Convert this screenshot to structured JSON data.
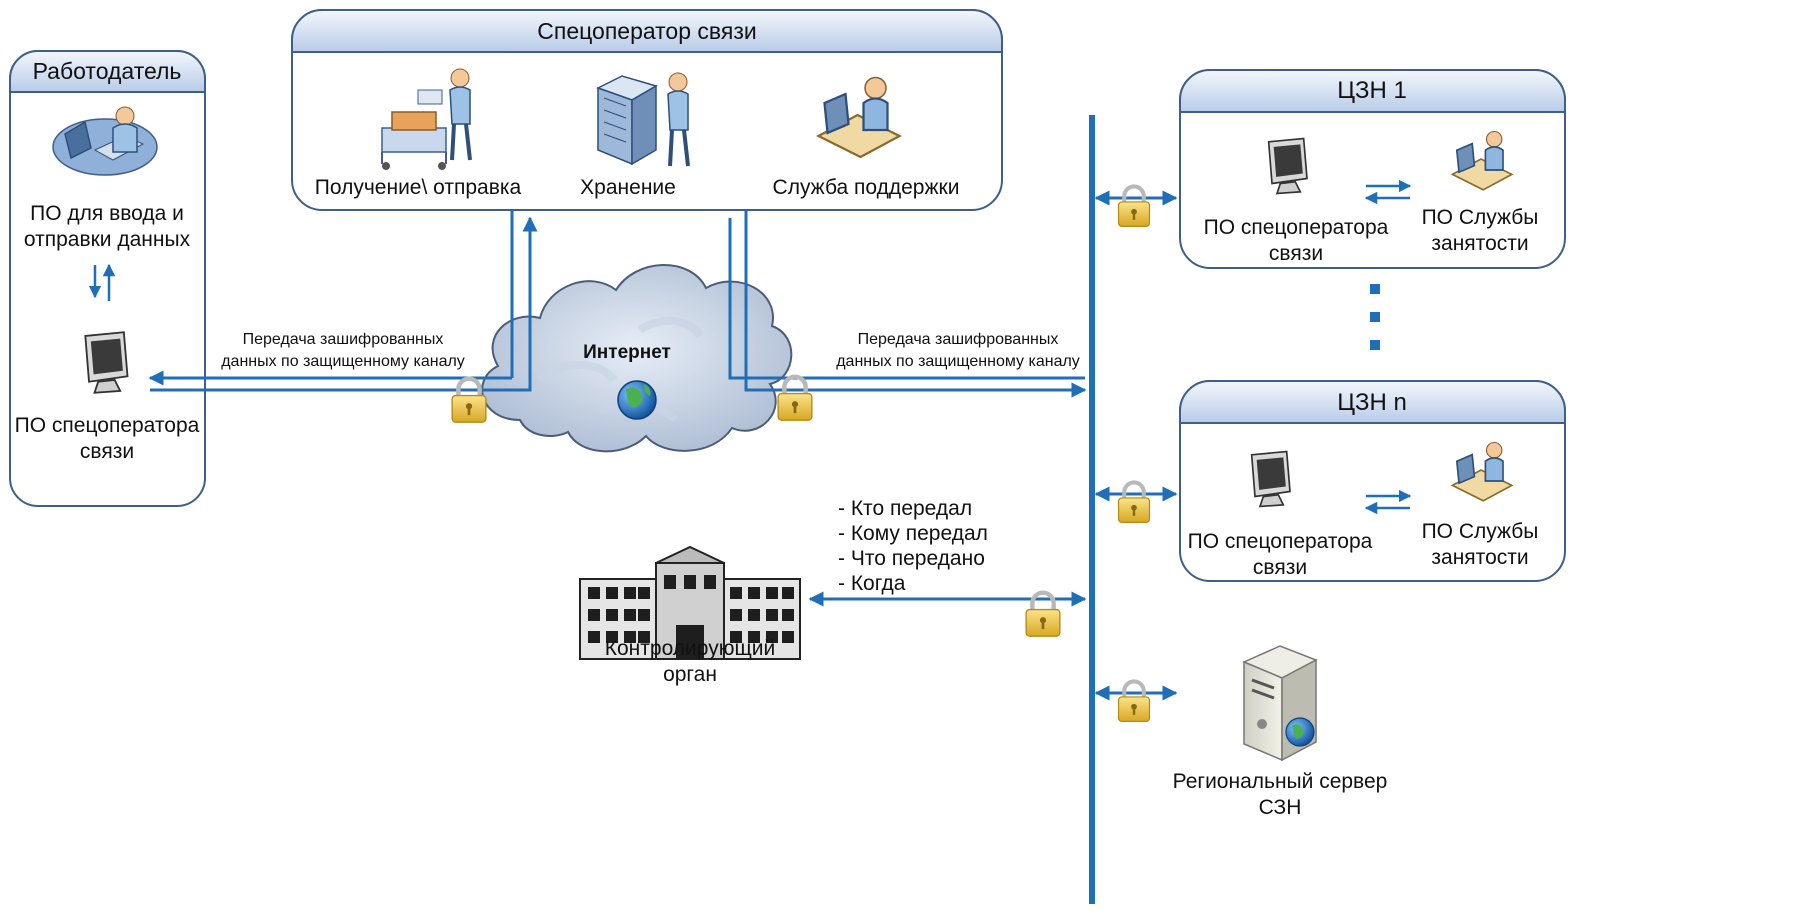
{
  "employer": {
    "title": "Работодатель",
    "software_line1": "ПО для ввода и",
    "software_line2": "отправки данных",
    "operator_sw_line1": "ПО спецоператора",
    "operator_sw_line2": "связи"
  },
  "operator": {
    "title": "Спецоператор связи",
    "receive_label": "Получение\\ отправка",
    "storage_label": "Хранение",
    "support_label": "Служба поддержки"
  },
  "internet": {
    "label": "Интернет"
  },
  "channel_left": {
    "line1": "Передача зашифрованных",
    "line2": "данных по защищенному каналу"
  },
  "channel_right": {
    "line1": "Передача зашифрованных",
    "line2": "данных по защищенному каналу"
  },
  "czn1": {
    "title": "ЦЗН  1",
    "operator_sw_line1": "ПО спецоператора",
    "operator_sw_line2": "связи",
    "service_sw_line1": "ПО Службы",
    "service_sw_line2": "занятости"
  },
  "czn_n": {
    "title": "ЦЗН n",
    "operator_sw_line1": "ПО спецоператора",
    "operator_sw_line2": "связи",
    "service_sw_line1": "ПО Службы",
    "service_sw_line2": "занятости"
  },
  "audit": {
    "items": [
      "- Кто передал",
      "- Кому передал",
      "- Что передано",
      "- Когда"
    ]
  },
  "control": {
    "line1": "Контролирующий",
    "line2": "орган"
  },
  "regional_server": {
    "line1": "Региональный сервер",
    "line2": "СЗН"
  },
  "colors": {
    "accent": "#1f6fb8",
    "header_top": "#f4f7fc",
    "header_bottom": "#b8cbe8",
    "lock": "#e9c23a"
  }
}
